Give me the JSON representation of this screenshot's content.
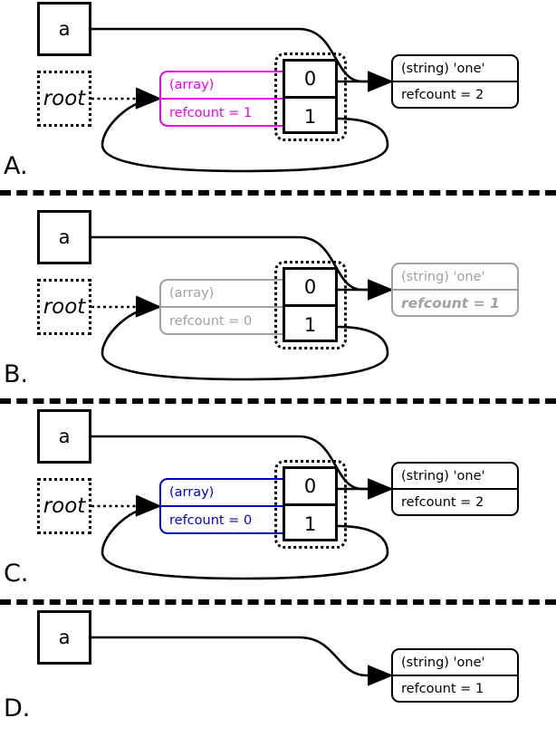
{
  "diagram": {
    "title": "PHP reference counting / garbage collection panels",
    "colors": {
      "magenta": "#ee00ee",
      "blue": "#0000cc",
      "gray": "#a0a0a0",
      "black": "#000000",
      "background": "#ffffff"
    },
    "panels": [
      {
        "id": "A",
        "label": "A.",
        "variable_box": {
          "label": "a"
        },
        "root_box": {
          "label": "root"
        },
        "array_node": {
          "type_label": "(array)",
          "refcount_label": "refcount = 1",
          "color": "magenta",
          "style": "solid"
        },
        "index_cells": [
          "0",
          "1"
        ],
        "string_node": {
          "type_label": "(string) 'one'",
          "refcount_label": "refcount = 2",
          "color": "black",
          "style": "solid"
        },
        "has_self_loop": true,
        "has_root_arrow": true,
        "has_var_arrow": true
      },
      {
        "id": "B",
        "label": "B.",
        "variable_box": {
          "label": "a"
        },
        "root_box": {
          "label": "root"
        },
        "array_node": {
          "type_label": "(array)",
          "refcount_label": "refcount = 0",
          "color": "gray",
          "style": "solid"
        },
        "index_cells": [
          "0",
          "1"
        ],
        "string_node": {
          "type_label": "(string) 'one'",
          "refcount_label": "refcount = 1",
          "color": "gray",
          "style": "solid",
          "refcount_emphasis": true
        },
        "has_self_loop": true,
        "has_root_arrow": true,
        "has_var_arrow": true
      },
      {
        "id": "C",
        "label": "C.",
        "variable_box": {
          "label": "a"
        },
        "root_box": {
          "label": "root"
        },
        "array_node": {
          "type_label": "(array)",
          "refcount_label": "refcount = 0",
          "color": "blue",
          "style": "solid"
        },
        "index_cells": [
          "0",
          "1"
        ],
        "string_node": {
          "type_label": "(string) 'one'",
          "refcount_label": "refcount = 2",
          "color": "black",
          "style": "solid"
        },
        "has_self_loop": true,
        "has_root_arrow": true,
        "has_var_arrow": true
      },
      {
        "id": "D",
        "label": "D.",
        "variable_box": {
          "label": "a"
        },
        "root_box": null,
        "array_node": null,
        "index_cells": [],
        "string_node": {
          "type_label": "(string) 'one'",
          "refcount_label": "refcount = 1",
          "color": "black",
          "style": "solid"
        },
        "has_self_loop": false,
        "has_root_arrow": false,
        "has_var_arrow": true
      }
    ]
  }
}
